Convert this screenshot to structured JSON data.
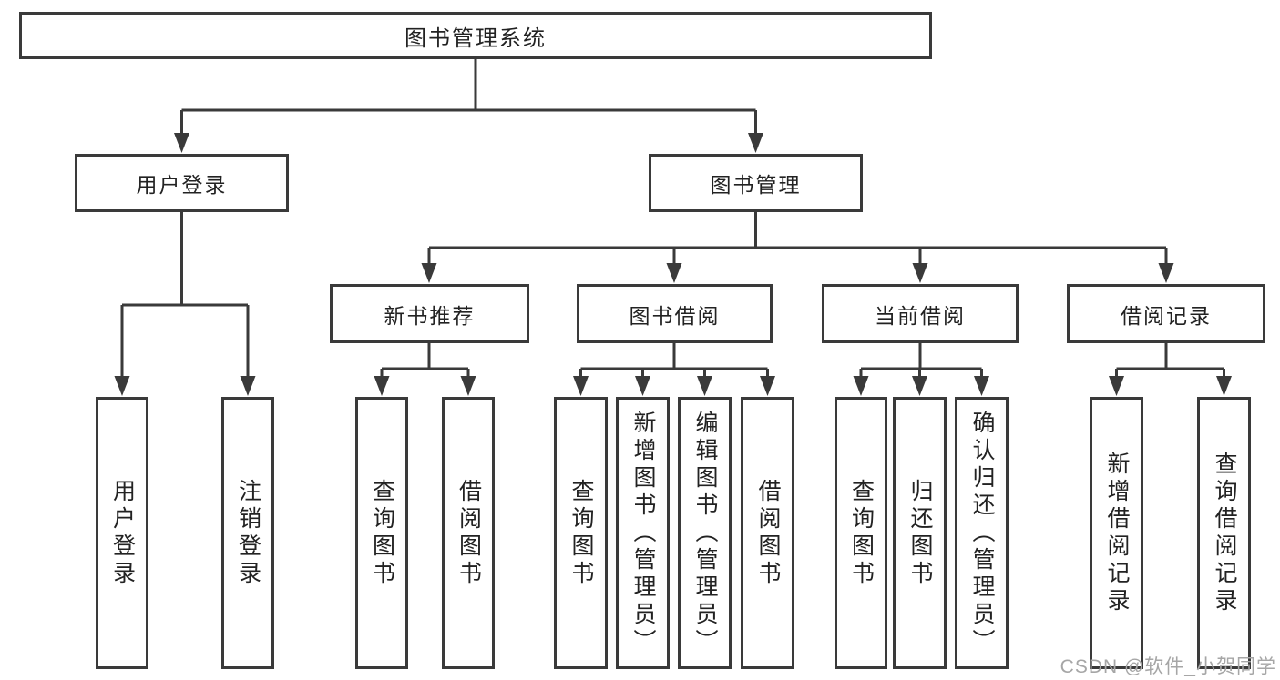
{
  "page": {
    "background": "#ffffff"
  },
  "diagram": {
    "type": "function-structure-tree",
    "title": "图书管理系统",
    "root": {
      "label": "图书管理系统"
    },
    "branches": [
      {
        "label": "用户登录",
        "children": [
          {
            "label": "用户登录"
          },
          {
            "label": "注销登录"
          }
        ]
      },
      {
        "label": "图书管理",
        "children": [
          {
            "label": "新书推荐",
            "children": [
              {
                "label": "查询图书"
              },
              {
                "label": "借阅图书"
              }
            ]
          },
          {
            "label": "图书借阅",
            "children": [
              {
                "label": "查询图书"
              },
              {
                "label": "新增图书（管理员）"
              },
              {
                "label": "编辑图书（管理员）"
              },
              {
                "label": "借阅图书"
              }
            ]
          },
          {
            "label": "当前借阅",
            "children": [
              {
                "label": "查询图书"
              },
              {
                "label": "归还图书"
              },
              {
                "label": "确认归还（管理员）"
              }
            ]
          },
          {
            "label": "借阅记录",
            "children": [
              {
                "label": "新增借阅记录"
              },
              {
                "label": "查询借阅记录"
              }
            ]
          }
        ]
      }
    ],
    "colors": {
      "line": "#3a3a3a",
      "border": "#3a3a3a",
      "text": "#222222",
      "background": "#ffffff",
      "watermark": "#a6a6a6"
    },
    "watermark": "CSDN @软件_小贺同学"
  }
}
